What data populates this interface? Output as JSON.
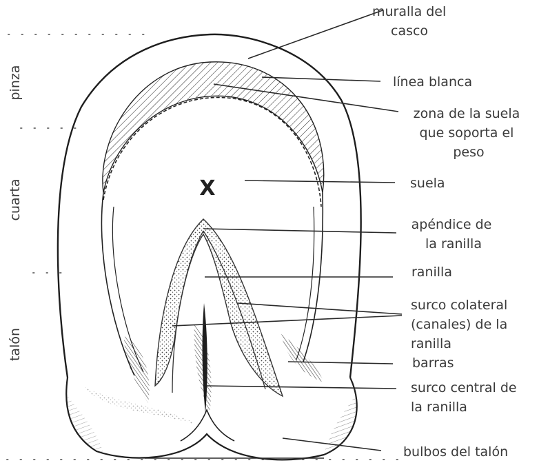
{
  "center_mark": "X",
  "zones": [
    {
      "id": "pinza",
      "label": "pinza"
    },
    {
      "id": "cuarta",
      "label": "cuarta"
    },
    {
      "id": "talon",
      "label": "talón"
    }
  ],
  "labels": [
    {
      "id": "muralla",
      "lines": [
        "muralla del",
        "casco"
      ]
    },
    {
      "id": "linea-blanca",
      "lines": [
        "línea blanca"
      ]
    },
    {
      "id": "zona-suela",
      "lines": [
        "zona de la suela",
        "que soporta el",
        "peso"
      ]
    },
    {
      "id": "suela",
      "lines": [
        "suela"
      ]
    },
    {
      "id": "apendice",
      "lines": [
        "apéndice de",
        "la ranilla"
      ]
    },
    {
      "id": "ranilla",
      "lines": [
        "ranilla"
      ]
    },
    {
      "id": "surco-colateral",
      "lines": [
        "surco colateral",
        "(canales) de la",
        "ranilla"
      ]
    },
    {
      "id": "barras",
      "lines": [
        "barras"
      ]
    },
    {
      "id": "surco-central",
      "lines": [
        "surco central de",
        "la ranilla"
      ]
    },
    {
      "id": "bulbos",
      "lines": [
        "bulbos del talón"
      ]
    }
  ]
}
